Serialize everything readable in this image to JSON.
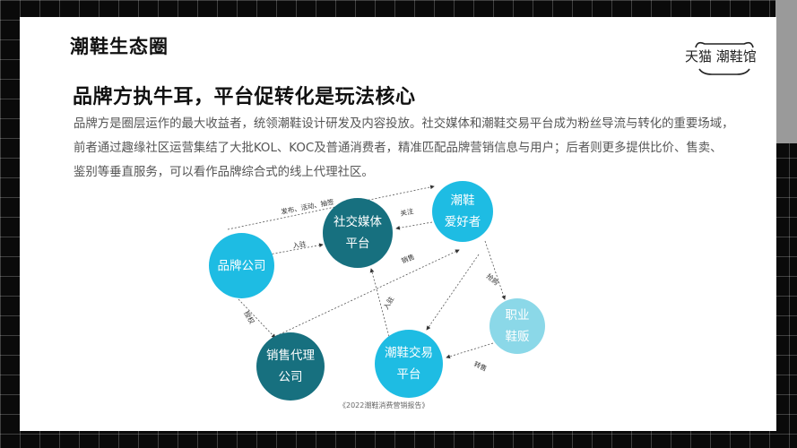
{
  "page": {
    "section_title": "潮鞋生态圈",
    "logo": {
      "text": "天猫 潮鞋馆",
      "icon": "tmall-cat-icon"
    },
    "headline": "品牌方执牛耳，平台促转化是玩法核心",
    "paragraph_lines": [
      "品牌方是圈层运作的最大收益者，统领潮鞋设计研发及内容投放。社交媒体和潮鞋交易平台成为粉丝导流与转化的重要场域，",
      "前者通过趣缘社区运营集结了大批KOL、KOC及普通消费者，精准匹配品牌营销信息与用户；后者则更多提供比价、售卖、",
      "鉴别等垂直服务，可以看作品牌综合式的线上代理社区。"
    ]
  },
  "diagram": {
    "nodes": [
      {
        "id": "brand",
        "label": "品牌公司",
        "color": "#1ebce3"
      },
      {
        "id": "social",
        "label": "社交媒体\n平台",
        "color": "#17707f"
      },
      {
        "id": "fans",
        "label": "潮鞋\n爱好者",
        "color": "#1ebce3"
      },
      {
        "id": "agent",
        "label": "销售代理\n公司",
        "color": "#17707f"
      },
      {
        "id": "trade",
        "label": "潮鞋交易\n平台",
        "color": "#1ebce3"
      },
      {
        "id": "reseller",
        "label": "职业\n鞋贩",
        "color": "#8bd8e8"
      }
    ],
    "edges": [
      {
        "from": "brand",
        "to": "fans",
        "label": "发布、活动、抽签"
      },
      {
        "from": "brand",
        "to": "social",
        "label": "入驻"
      },
      {
        "from": "fans",
        "to": "social",
        "label": "关注"
      },
      {
        "from": "agent",
        "to": "fans",
        "label": "销售"
      },
      {
        "from": "brand",
        "to": "agent",
        "label": "授权"
      },
      {
        "from": "trade",
        "to": "social",
        "label": "入驻"
      },
      {
        "from": "fans",
        "to": "trade",
        "label": ""
      },
      {
        "from": "fans",
        "to": "reseller",
        "label": "抢购"
      },
      {
        "from": "reseller",
        "to": "trade",
        "label": "转售"
      }
    ],
    "caption": "《2022潮鞋消费营销报告》"
  }
}
